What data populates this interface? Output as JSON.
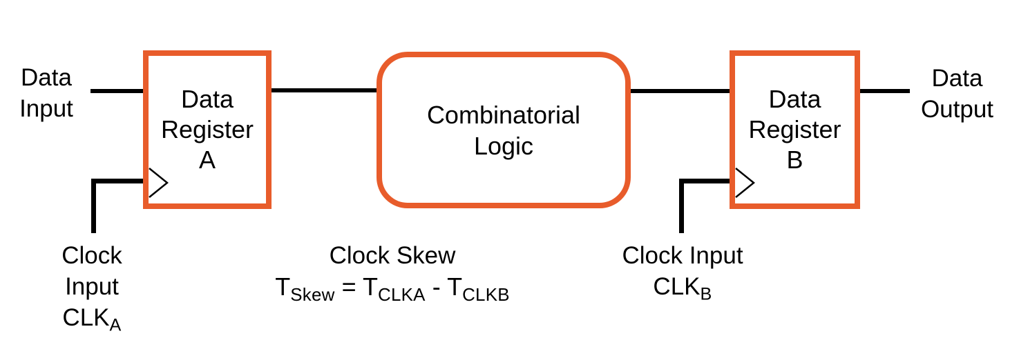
{
  "colors": {
    "accent_orange": "#E85C2B",
    "wire_black": "#000000",
    "background": "#FFFFFF",
    "text": "#000000"
  },
  "blocks": {
    "register_a": {
      "line1": "Data",
      "line2": "Register",
      "line3": "A"
    },
    "combinatorial": {
      "line1": "Combinatorial",
      "line2": "Logic"
    },
    "register_b": {
      "line1": "Data",
      "line2": "Register",
      "line3": "B"
    }
  },
  "labels": {
    "data_input": {
      "line1": "Data",
      "line2": "Input"
    },
    "data_output": {
      "line1": "Data",
      "line2": "Output"
    },
    "clock_a": {
      "line1": "Clock",
      "line2": "Input",
      "clk": "CLK",
      "sub": "A"
    },
    "clock_b": {
      "line1": "Clock Input",
      "clk": "CLK",
      "sub": "B"
    },
    "clock_skew": {
      "title": "Clock Skew",
      "formula": {
        "t1": "T",
        "s1": "Skew",
        "op1": " = ",
        "t2": "T",
        "s2": "CLKA",
        "op2": " - ",
        "t3": "T",
        "s3": "CLKB"
      }
    }
  },
  "icons": {
    "clock_edge_a": "clock-edge-triangle",
    "clock_edge_b": "clock-edge-triangle"
  }
}
